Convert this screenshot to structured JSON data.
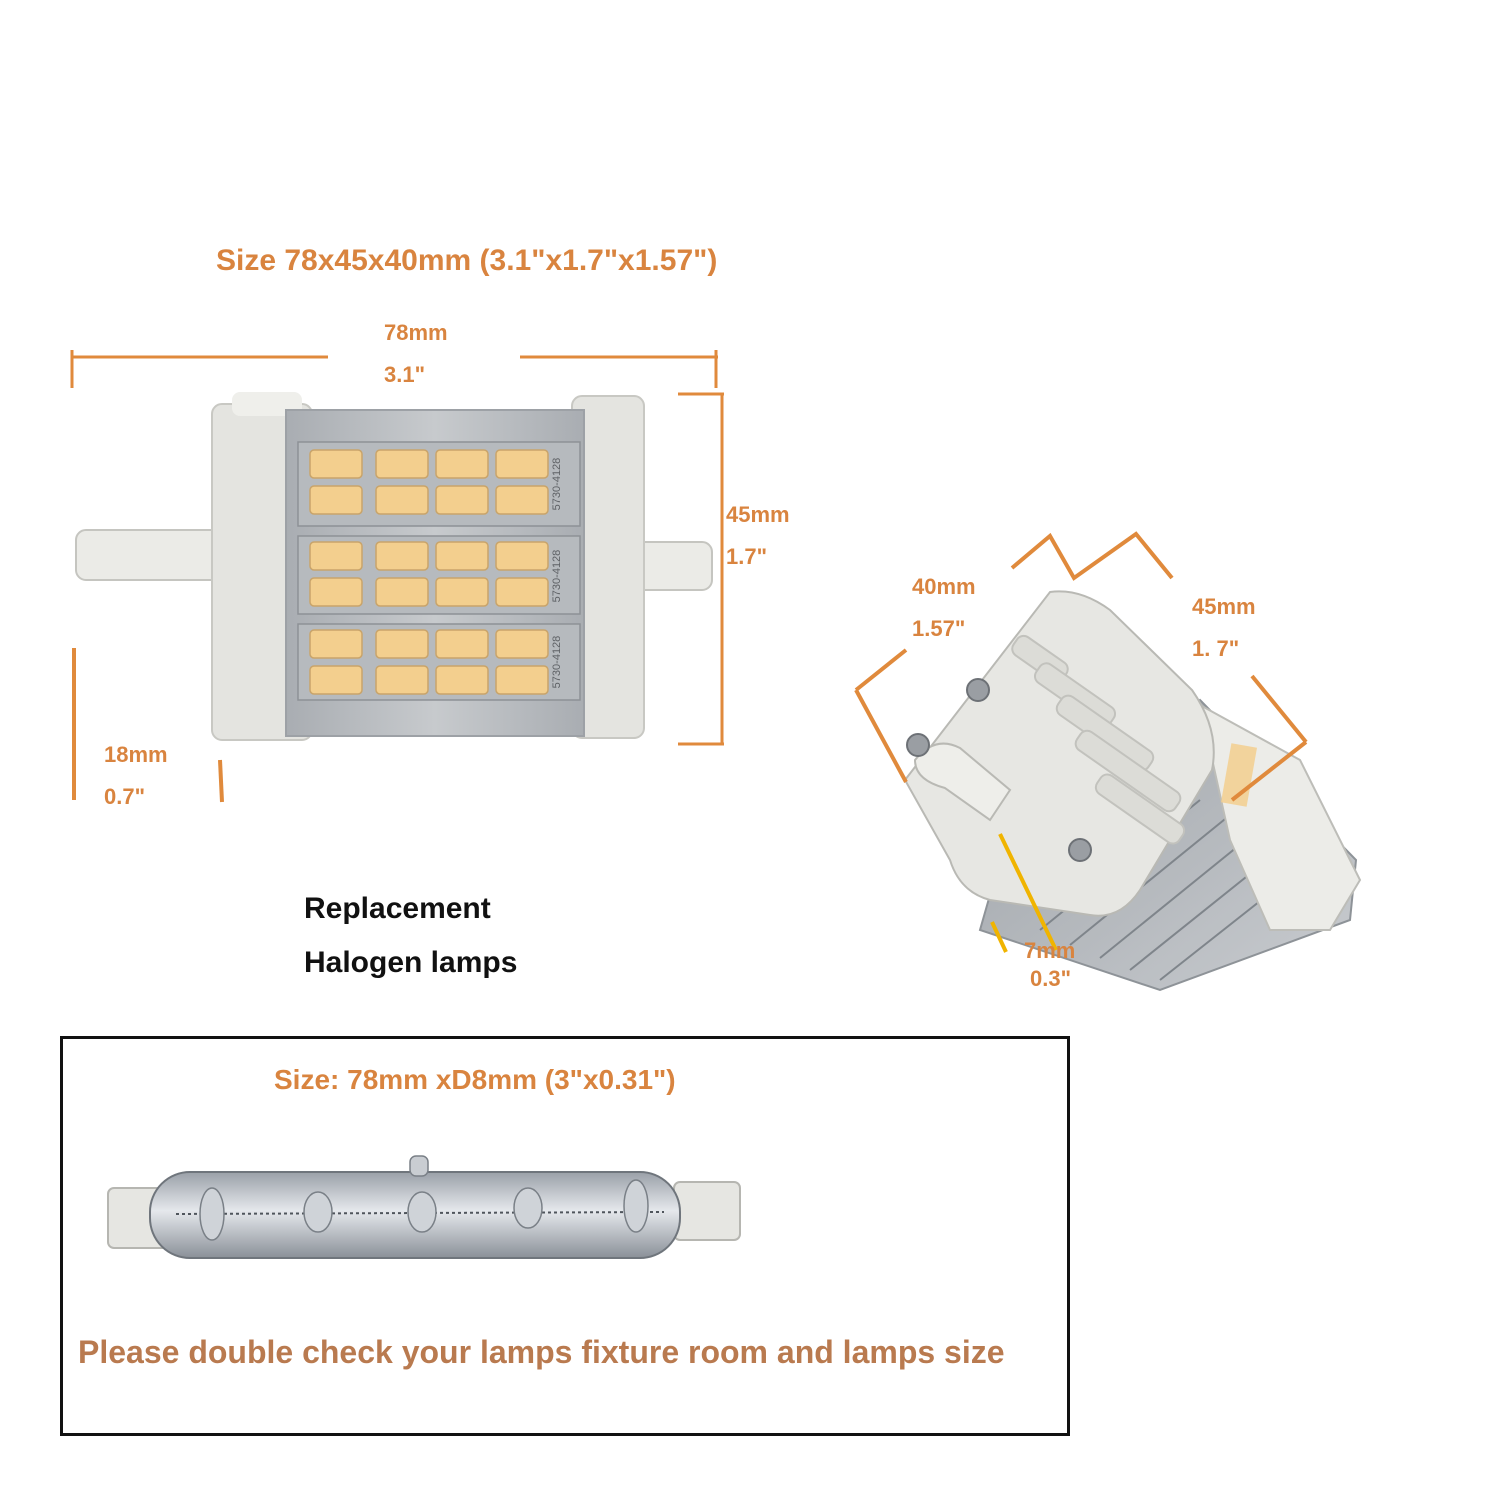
{
  "title": "Size 78x45x40mm (3.1\"x1.7\"x1.57\")",
  "front_view": {
    "width_mm": "78mm",
    "width_in": "3.1\"",
    "height_mm": "45mm",
    "height_in": "1.7\"",
    "pin_mm": "18mm",
    "pin_in": "0.7\"",
    "led_chip_label_1": "5730-4128",
    "led_chip_label_2": "5730-4128",
    "led_chip_label_3": "5730-4128"
  },
  "side_view": {
    "depth_mm": "40mm",
    "depth_in": "1.57\"",
    "height_mm": "45mm",
    "height_in": "1. 7\"",
    "pin_mm": "7mm",
    "pin_in": "0.3\""
  },
  "replacement_label": {
    "line1": "Replacement",
    "line2": "Halogen lamps"
  },
  "halogen": {
    "size": "Size: 78mm xD8mm (3\"x0.31\")",
    "notice": "Please double check your lamps fixture room and lamps size"
  },
  "colors": {
    "dimension_orange": "#d9843f",
    "dimension_line": "#e08a3c",
    "yellow_marker": "#f0b400",
    "led_chip": "#f3cf8e",
    "housing": "#e8e8e4",
    "aluminum": "#b8bcc0"
  }
}
